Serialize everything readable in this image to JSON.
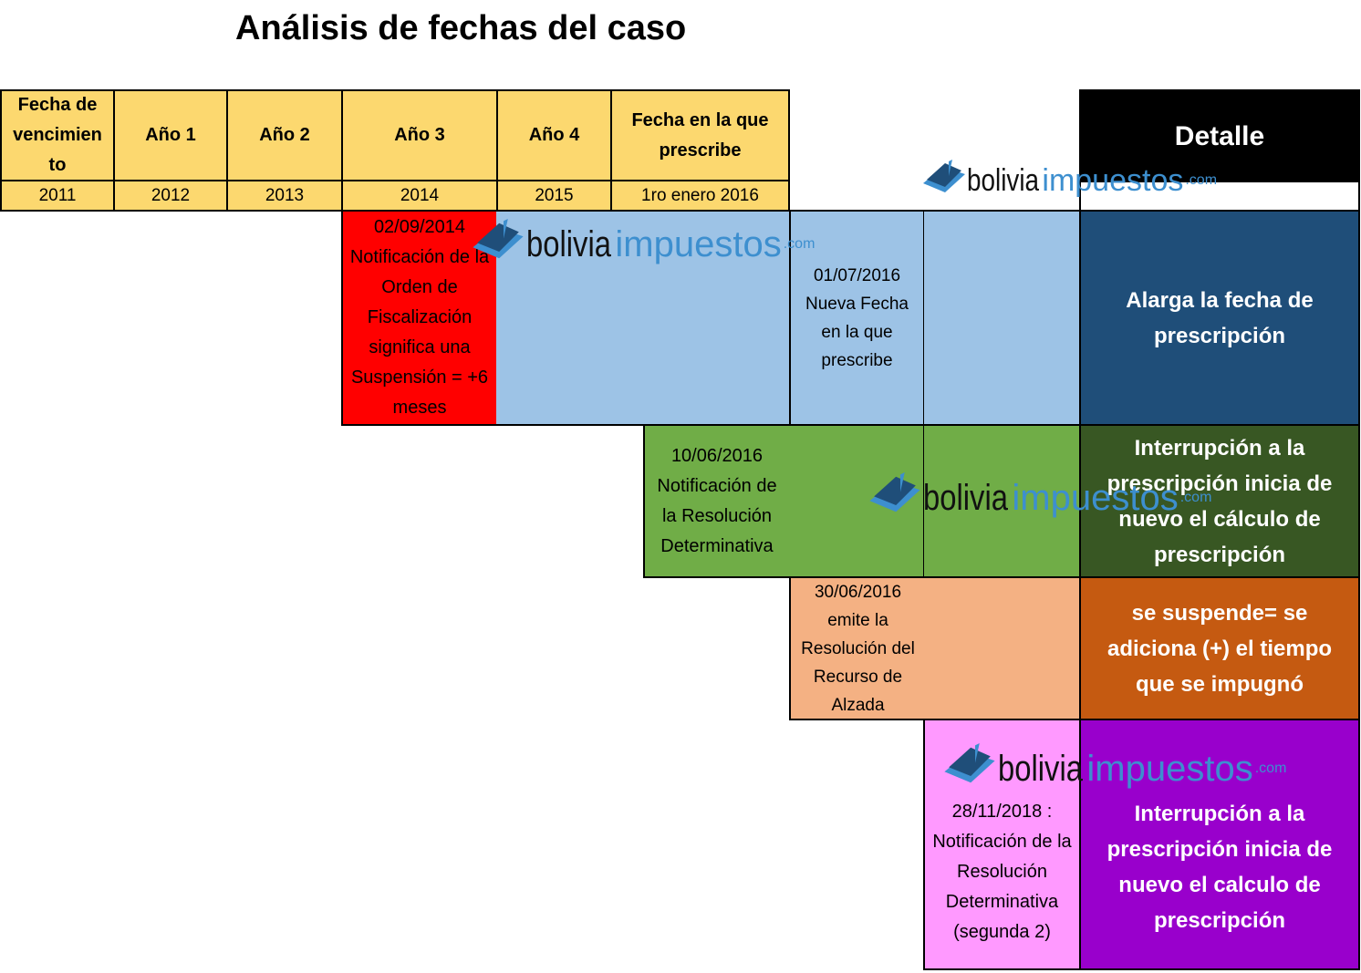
{
  "title": "Análisis de fechas del caso",
  "header": {
    "columns": [
      {
        "label": "Fecha de vencimien to",
        "year": "2011"
      },
      {
        "label": "Año 1",
        "year": "2012"
      },
      {
        "label": "Año 2",
        "year": "2013"
      },
      {
        "label": "Año 3",
        "year": "2014"
      },
      {
        "label": "Año 4",
        "year": "2015"
      },
      {
        "label": "Fecha en la que prescribe",
        "year": "1ro enero 2016"
      }
    ],
    "detail_label": "Detalle"
  },
  "events": {
    "suspension": "02/09/2014 Notificación de la Orden de Fiscalización significa una Suspensión = +6 meses",
    "new_date": "01/07/2016 Nueva Fecha en la que prescribe",
    "determinativa": "10/06/2016 Notificación de la Resolución Determinativa",
    "alzada": "30/06/2016 emite la Resolución del Recurso de Alzada",
    "determinativa2": "28/11/2018 : Notificación de la Resolución Determinativa (segunda 2)"
  },
  "details": {
    "d1": "Alarga la fecha de prescripción",
    "d2": "Interrupción a la prescripción inicia de nuevo el cálculo de prescripción",
    "d3": "se suspende= se adiciona (+) el tiempo que se impugnó",
    "d4": "Interrupción a la prescripción inicia de nuevo el calculo de prescripción"
  },
  "watermark": {
    "part1": "bolivia",
    "part2": "impuestos",
    "part3": ".com"
  },
  "colors": {
    "header": "#fcd86f",
    "red": "#ff0000",
    "blue": "#9dc3e6",
    "green": "#70ad47",
    "salmon": "#f4b183",
    "pink": "#ff99ff",
    "detail_blue": "#1f4e79",
    "detail_green": "#385723",
    "detail_orange": "#c55a11",
    "detail_purple": "#9900cc"
  }
}
